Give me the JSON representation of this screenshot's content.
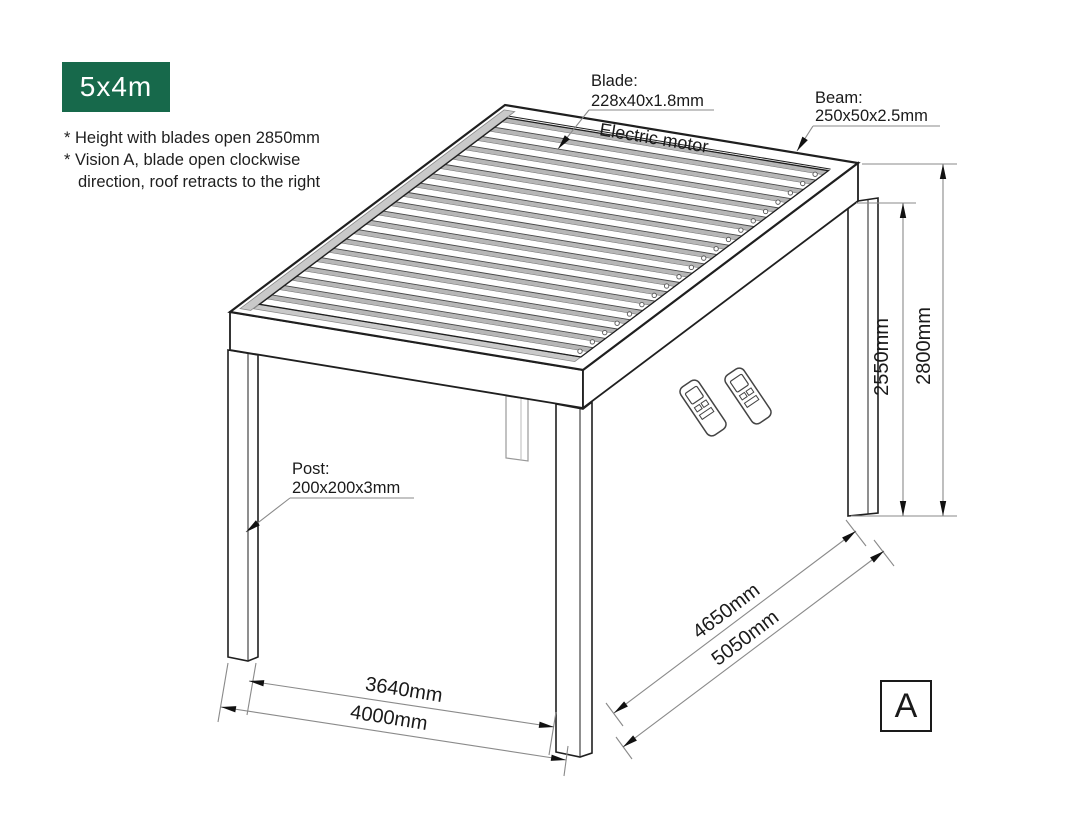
{
  "badge": {
    "label": "5x4m",
    "color": "#17694b"
  },
  "notes": [
    "* Height with blades open 2850mm",
    "* Vision A, blade open clockwise",
    "direction, roof retracts to the right"
  ],
  "labels": {
    "blade": {
      "title": "Blade:",
      "value": "228x40x1.8mm"
    },
    "beam": {
      "title": "Beam:",
      "value": "250x50x2.5mm"
    },
    "post": {
      "title": "Post:",
      "value": "200x200x3mm"
    },
    "motor": "Electric motor"
  },
  "dimensions": {
    "height_inner": "2550mm",
    "height_outer": "2800mm",
    "width_inner": "3640mm",
    "width_outer": "4000mm",
    "depth_inner": "4650mm",
    "depth_outer": "5050mm"
  },
  "view_marker": "A",
  "drawing": {
    "line_color": "#1f1f1f",
    "dim_color": "#8a8a8a",
    "blade_fill": "#b7b7b7"
  }
}
